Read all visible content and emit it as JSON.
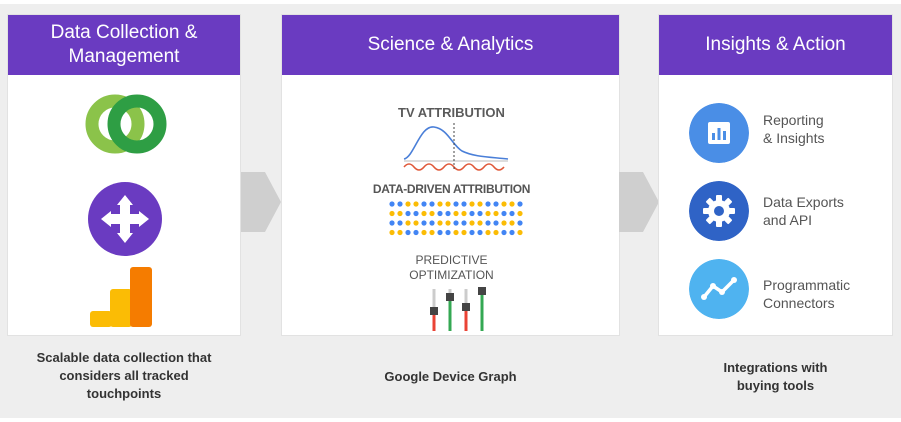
{
  "panels": {
    "collection": {
      "title": "Data Collection & Management",
      "title_line1": "Data Collection &",
      "title_line2": "Management",
      "caption_line1": "Scalable data collection that",
      "caption_line2": "considers all tracked",
      "caption_line3": "touchpoints"
    },
    "analytics": {
      "title": "Science & Analytics",
      "tv_attribution": "TV ATTRIBUTION",
      "data_driven": "DATA-DRIVEN ATTRIBUTION",
      "predictive_line1": "PREDICTIVE",
      "predictive_line2": "OPTIMIZATION",
      "caption": "Google Device Graph"
    },
    "insights": {
      "title": "Insights & Action",
      "items": [
        {
          "line1": "Reporting",
          "line2": "& Insights",
          "icon": "bar-chart-icon"
        },
        {
          "line1": "Data Exports",
          "line2": "and API",
          "icon": "gear-icon"
        },
        {
          "line1": "Programmatic",
          "line2": "Connectors",
          "icon": "trend-line-icon"
        }
      ],
      "caption_line1": "Integrations with",
      "caption_line2": "buying tools"
    }
  },
  "colors": {
    "header_purple": "#6a3bc1",
    "background": "#eeeeee",
    "chevron": "#cfcfcf",
    "google_blue": "#4285f4",
    "google_red": "#ea4335",
    "google_yellow": "#fbbc05",
    "google_green": "#34a853"
  }
}
